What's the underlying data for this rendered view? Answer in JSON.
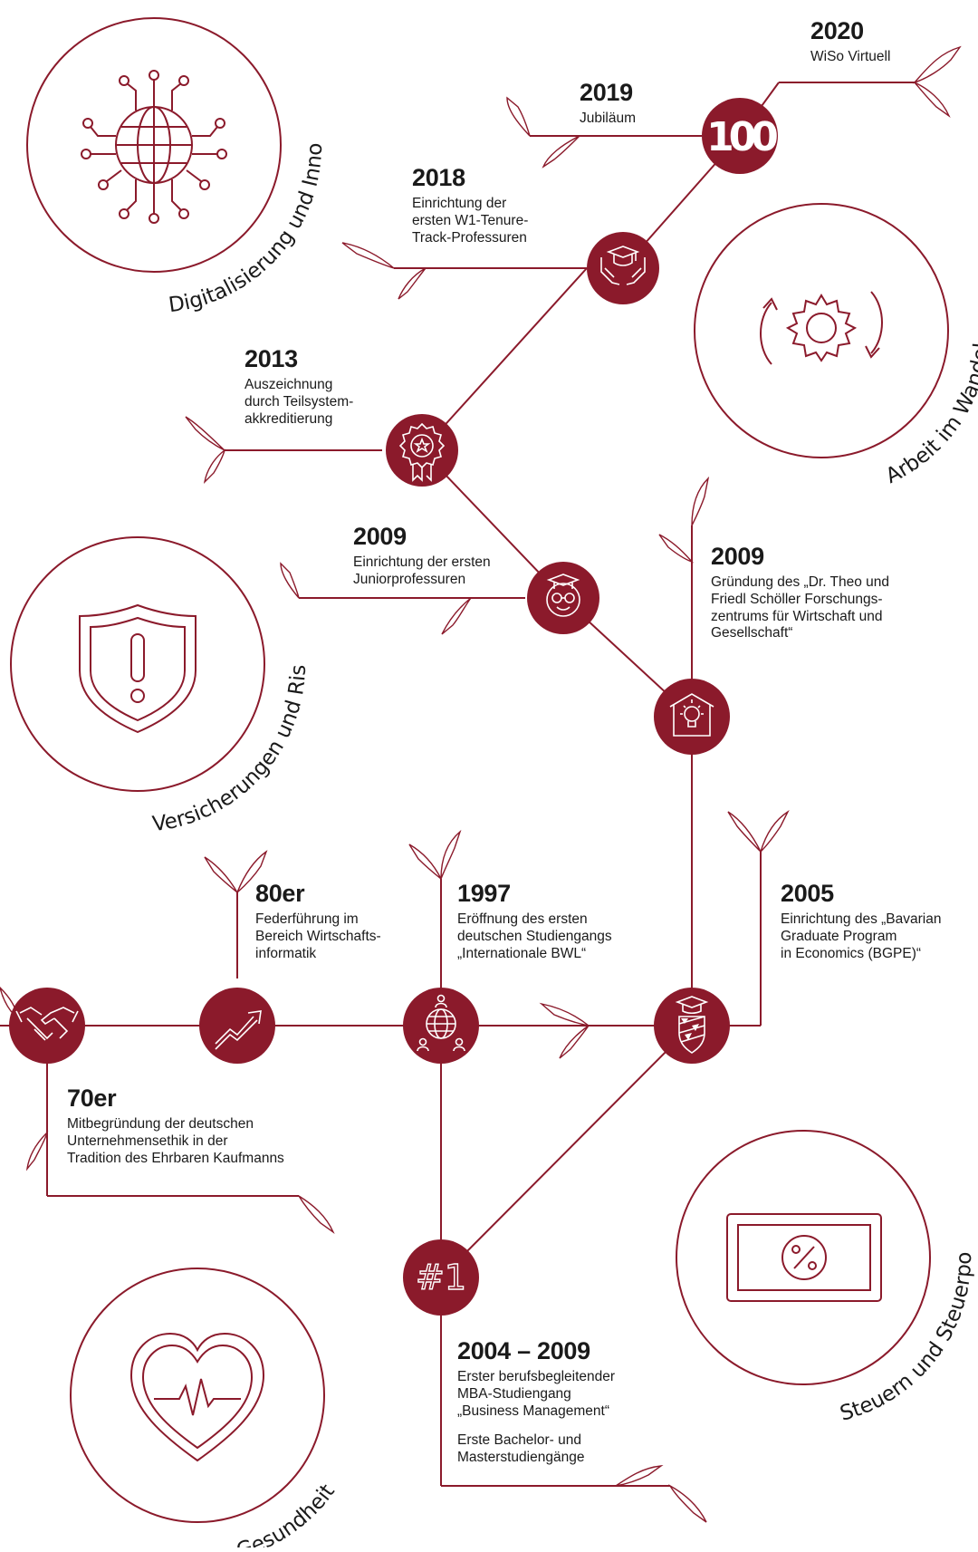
{
  "colors": {
    "accent": "#8b1a2b",
    "text": "#1a1a1a",
    "background": "#ffffff"
  },
  "topics": [
    {
      "label": "Digitalisierung und Innovation",
      "icon": "globe-circuit-icon"
    },
    {
      "label": "Arbeit im Wandel",
      "icon": "gear-cycle-icon"
    },
    {
      "label": "Versicherungen und Risiko",
      "icon": "shield-warning-icon"
    },
    {
      "label": "Gesundheit",
      "icon": "heart-pulse-icon"
    },
    {
      "label": "Steuern und Steuerpolitik",
      "icon": "percent-banknote-icon"
    }
  ],
  "milestones": [
    {
      "year": "2020",
      "text": "WiSo Virtuell",
      "icon": ""
    },
    {
      "year": "2019",
      "text": "Jubiläum",
      "icon": "100-badge-icon",
      "badge": "100"
    },
    {
      "year": "2018",
      "text": "Einrichtung der\nersten W1-Tenure-\nTrack-Professuren",
      "icon": "graduation-hands-icon"
    },
    {
      "year": "2013",
      "text": "Auszeichnung\ndurch Teilsystem-\nakkreditierung",
      "icon": "award-rosette-icon"
    },
    {
      "year": "2009",
      "text": "Einrichtung der ersten\nJuniorprofessuren",
      "icon": "graduate-face-icon"
    },
    {
      "year": "2009",
      "text": "Gründung des „Dr. Theo und\nFriedl Schöller Forschungs-\nzentrums für Wirtschaft und\nGesellschaft“",
      "icon": "lightbulb-house-icon"
    },
    {
      "year": "2005",
      "text": "Einrichtung des „Bavarian\nGraduate Program\nin Economics (BGPE)“",
      "icon": "bavarian-crest-icon"
    },
    {
      "year": "1997",
      "text": "Eröffnung des ersten\ndeutschen Studiengangs\n„Internationale BWL“",
      "icon": "globe-people-icon"
    },
    {
      "year": "80er",
      "text": "Federführung im\nBereich Wirtschafts-\ninformatik",
      "icon": "trend-arrow-icon"
    },
    {
      "year": "70er",
      "text": "Mitbegründung der deutschen\nUnternehmensethik in der\nTradition des Ehrbaren Kaufmanns",
      "icon": "handshake-icon"
    },
    {
      "year": "2004 – 2009",
      "text": "Erster berufsbegleitender\nMBA-Studiengang\n„Business Management“",
      "text2": "Erste Bachelor- und\nMasterstudiengänge",
      "icon": "number-one-icon",
      "badge": "#1"
    }
  ]
}
